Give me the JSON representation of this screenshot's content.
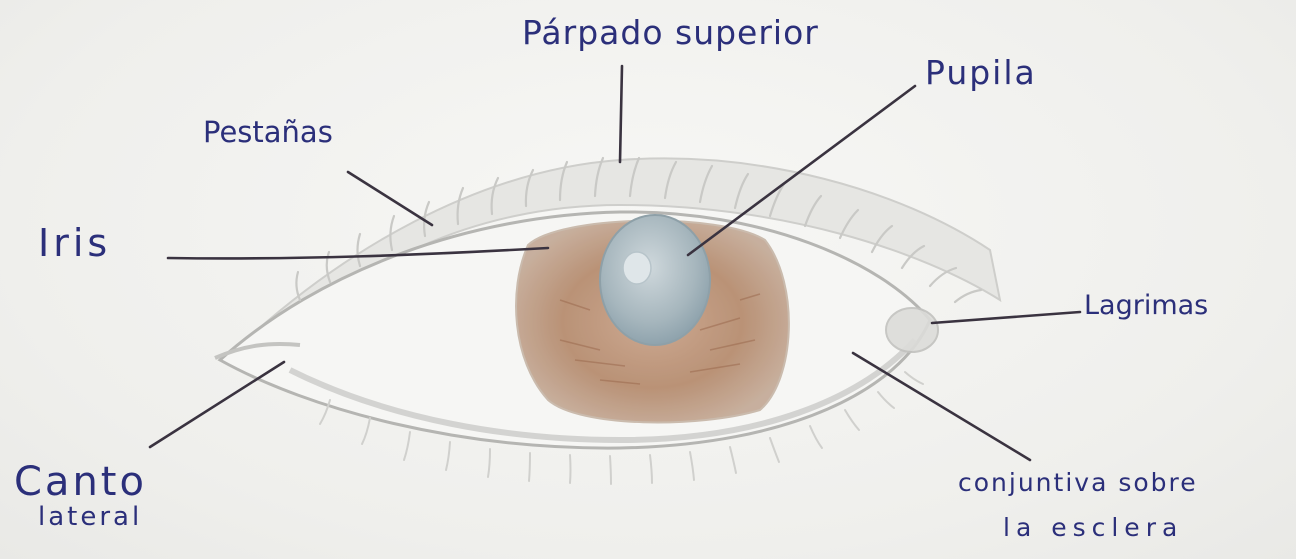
{
  "labels": {
    "parpado_superior": "Párpado superior",
    "pupila": "Pupila",
    "pestanas": "Pestañas",
    "iris": "Iris",
    "lagrimas": "Lagrimas",
    "canto_lateral_line1": "Canto",
    "canto_lateral_line2": "lateral",
    "conjuntiva_line1": "conjuntiva sobre",
    "conjuntiva_line2": "la esclera"
  },
  "colors": {
    "ink": "#2b2f7a",
    "leader": "#3a3340",
    "eye_outline": "#b9b9b6",
    "iris_fill": "#b0805e",
    "pupil_fill": "#a9b8bf",
    "paper": "#f3f3f1"
  }
}
